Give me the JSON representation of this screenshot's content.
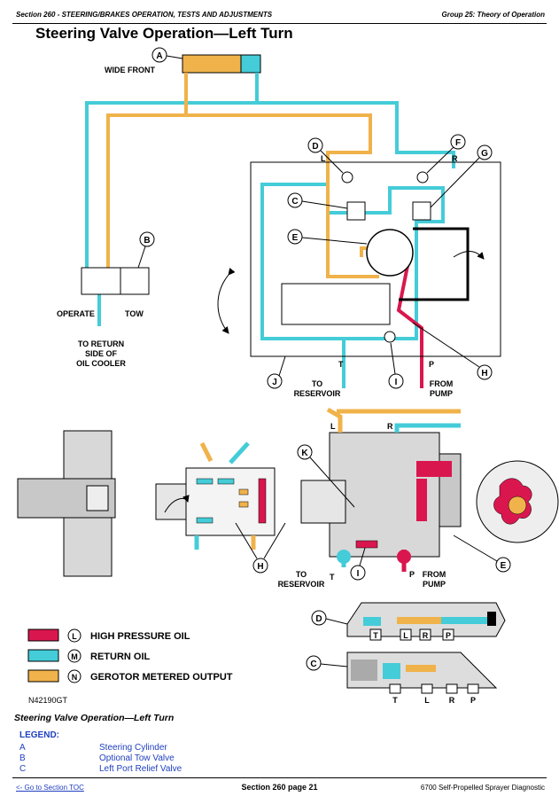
{
  "header": {
    "section": "Section 260 - STEERING/BRAKES OPERATION, TESTS AND ADJUSTMENTS",
    "group": "Group 25: Theory of Operation"
  },
  "title": "Steering Valve Operation—Left Turn",
  "diagram": {
    "labels": {
      "wide_front": "WIDE FRONT",
      "operate": "OPERATE",
      "tow": "TOW",
      "to_return_1": "TO RETURN",
      "to_return_2": "SIDE OF",
      "to_return_3": "OIL COOLER",
      "to_reservoir_1": "TO",
      "to_reservoir_2": "RESERVOIR",
      "from_pump_1": "FROM",
      "from_pump_2": "PUMP",
      "L": "L",
      "R": "R",
      "T": "T",
      "P": "P",
      "figure_id": "N42190GT"
    },
    "callouts": [
      "A",
      "B",
      "C",
      "D",
      "E",
      "F",
      "G",
      "H",
      "I",
      "J",
      "K",
      "L",
      "M",
      "N"
    ],
    "legend": [
      {
        "callout": "L",
        "text": "HIGH PRESSURE OIL",
        "color": "#d9174e"
      },
      {
        "callout": "M",
        "text": "RETURN OIL",
        "color": "#44ccd8"
      },
      {
        "callout": "N",
        "text": "GEROTOR METERED OUTPUT",
        "color": "#f0b24a"
      }
    ],
    "colors": {
      "pressure": "#d9174e",
      "return": "#44ccd8",
      "metered": "#f0b24a"
    }
  },
  "caption": "Steering Valve Operation—Left Turn",
  "legend": {
    "title": "LEGEND:",
    "items": [
      {
        "key": "A",
        "value": "Steering Cylinder"
      },
      {
        "key": "B",
        "value": "Optional Tow Valve"
      },
      {
        "key": "C",
        "value": "Left Port Relief Valve"
      }
    ]
  },
  "footer": {
    "toc_link": "<- Go to Section TOC",
    "page": "Section 260 page 21",
    "doc": "6700 Self-Propelled Sprayer Diagnostic"
  }
}
